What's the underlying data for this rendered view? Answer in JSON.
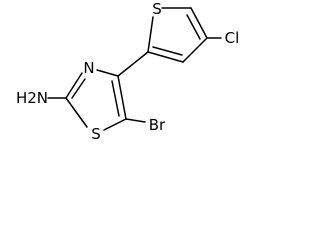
{
  "molecule": {
    "atoms": {
      "nh2": "H2N",
      "n_thiazole": "N",
      "s_thiazole": "S",
      "br": "Br",
      "s_thiophene": "S",
      "cl": "Cl"
    }
  }
}
